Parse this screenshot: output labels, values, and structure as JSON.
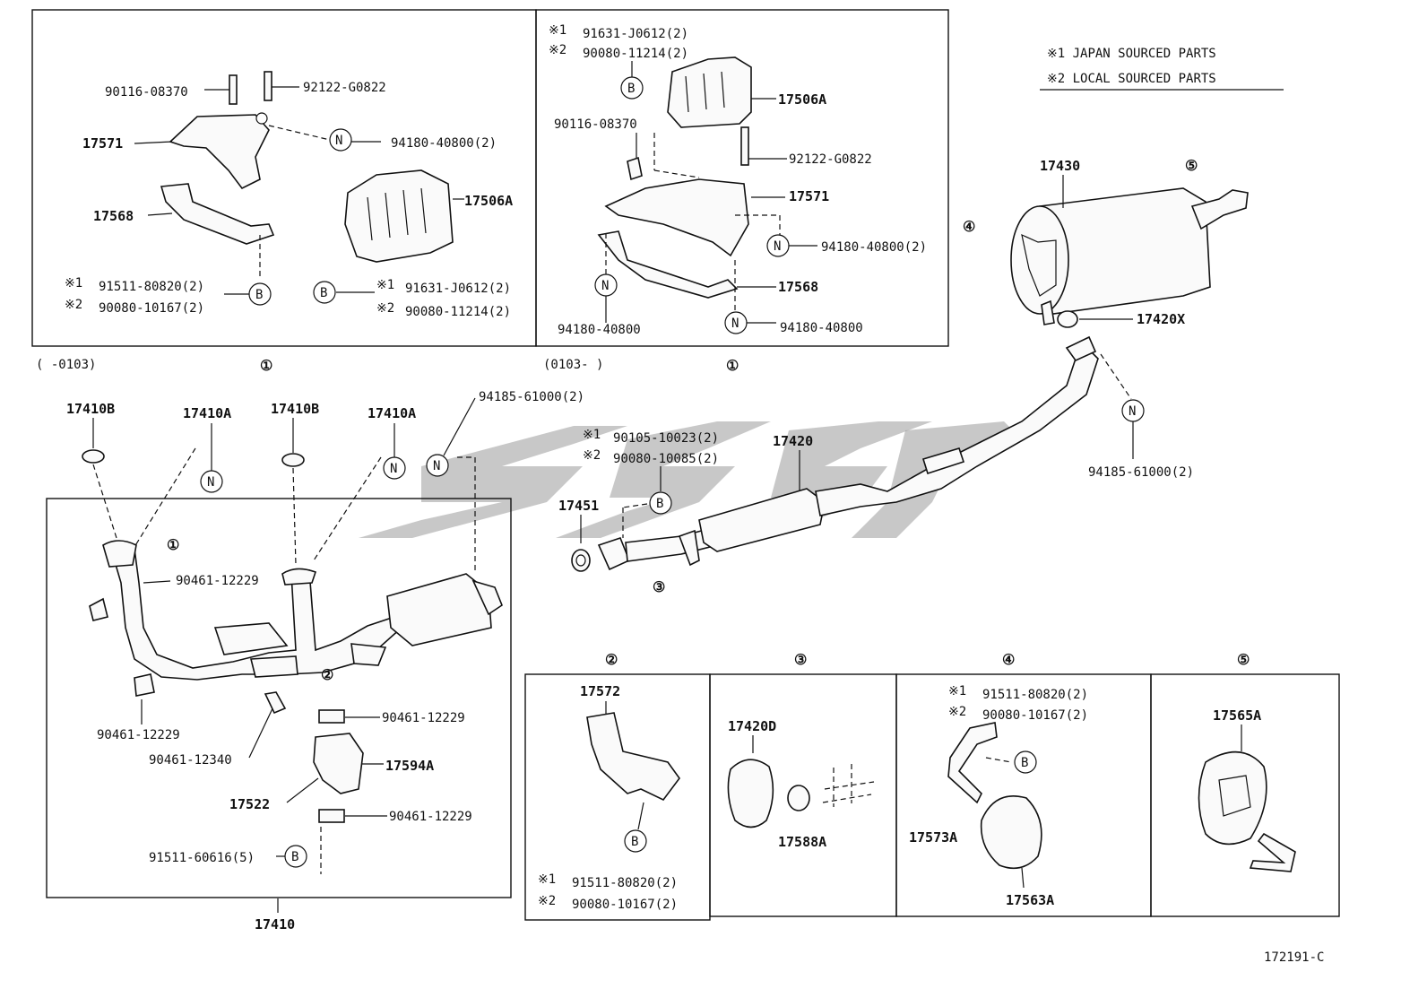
{
  "legend": {
    "line1": "※1 JAPAN SOURCED PARTS",
    "line2": "※2 LOCAL SOURCED PARTS"
  },
  "diagram_code": "172191-C",
  "symbols": {
    "N": "N",
    "B": "B"
  },
  "callouts": {
    "c1": "①",
    "c2": "②",
    "c3": "③",
    "c4": "④",
    "c5": "⑤"
  },
  "panel_a": {
    "range": "(      -0103)",
    "p90116": "90116-08370",
    "p92122": "92122-G0822",
    "p17571": "17571",
    "p94180": "94180-40800(2)",
    "p17568": "17568",
    "p17506A": "17506A",
    "m1": "※1",
    "m2": "※2",
    "left_j": "91511-80820(2)",
    "left_l": "90080-10167(2)",
    "right_j": "91631-J0612(2)",
    "right_l": "90080-11214(2)"
  },
  "panel_b": {
    "range": "(0103-      )",
    "top_j": "91631-J0612(2)",
    "top_l": "90080-11214(2)",
    "p17506A": "17506A",
    "p90116": "90116-08370",
    "p92122": "92122-G0822",
    "p17571": "17571",
    "p94180_2": "94180-40800(2)",
    "p17568": "17568",
    "p94180_l": "94180-40800",
    "p94180_r": "94180-40800"
  },
  "main": {
    "p17410B_1": "17410B",
    "p17410A_1": "17410A",
    "p17410B_2": "17410B",
    "p17410A_2": "17410A",
    "p94185_top": "94185-61000(2)",
    "p90461_a": "90461-12229",
    "p90461_b": "90461-12229",
    "p90461_12340": "90461-12340",
    "p90461_c": "90461-12229",
    "p17594A": "17594A",
    "p17522": "17522",
    "p90461_d": "90461-12229",
    "p91511": "91511-60616(5)",
    "p17410": "17410",
    "j_90105": "90105-10023(2)",
    "l_90080": "90080-10085(2)",
    "p17420": "17420",
    "p17451": "17451",
    "p17430": "17430",
    "p17420X": "17420X",
    "p94185_r": "94185-61000(2)"
  },
  "detail2": {
    "p17572": "17572",
    "j": "91511-80820(2)",
    "l": "90080-10167(2)"
  },
  "detail3": {
    "p17420D": "17420D",
    "p17588A": "17588A"
  },
  "detail4": {
    "j": "91511-80820(2)",
    "l": "90080-10167(2)",
    "p17573A": "17573A",
    "p17563A": "17563A"
  },
  "detail5": {
    "p17565A": "17565A"
  }
}
